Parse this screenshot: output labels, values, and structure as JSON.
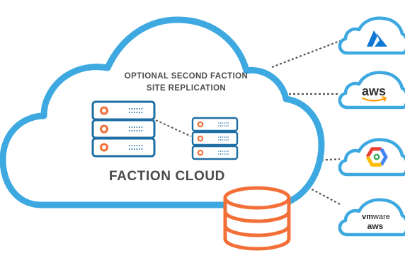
{
  "diagram": {
    "main_cloud": {
      "title": "FACTION CLOUD",
      "subtitle_line1": "OPTIONAL SECOND FACTION",
      "subtitle_line2": "SITE REPLICATION"
    },
    "providers": [
      {
        "name": "azure-icon"
      },
      {
        "name": "aws",
        "logo_text": "aws"
      },
      {
        "name": "google-cloud-icon"
      },
      {
        "name": "vmware-aws",
        "logo_text_1": "vm",
        "logo_text_2": "ware",
        "logo_text_3": "aws"
      }
    ],
    "colors": {
      "cloud_stroke": "#3da9e0",
      "accent_orange": "#f36f38",
      "label_gray": "#4a4a4a",
      "connector_gray": "#555555",
      "azure_blue": "#0f78d4",
      "aws_orange": "#ff9900"
    }
  }
}
